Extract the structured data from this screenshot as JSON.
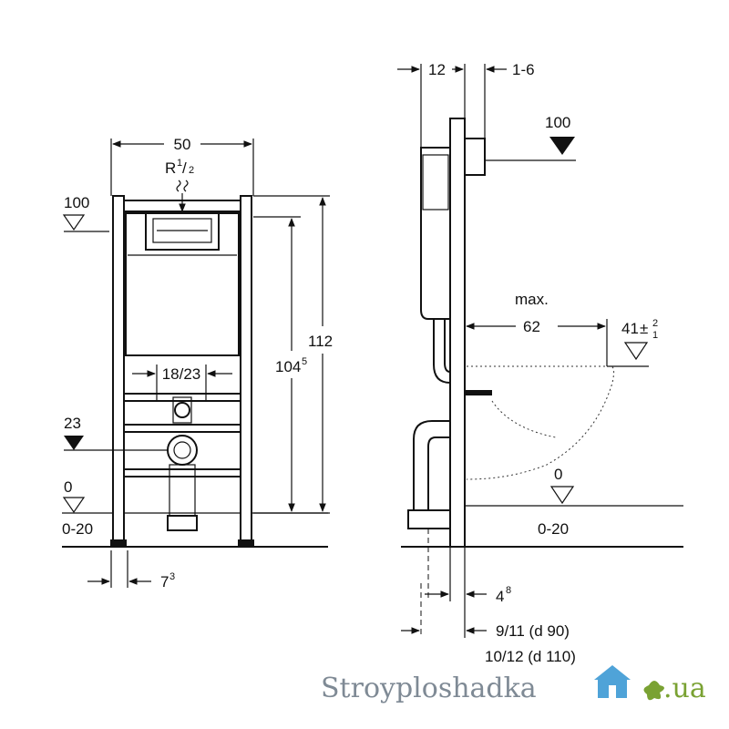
{
  "front_view": {
    "width": "50",
    "thread_base": "R",
    "thread_sup": "1",
    "thread_sub": "2",
    "level_top": "100",
    "level_drain": "23",
    "level_zero": "0",
    "floor_range": "0-20",
    "inner_height_base": "104",
    "inner_height_sup": "5",
    "total_height": "112",
    "pipe_range": "18/23",
    "foot_offset_base": "7",
    "foot_offset_sup": "3"
  },
  "side_view": {
    "top_left_dim": "12",
    "top_right_dim": "1-6",
    "level_top": "100",
    "max_label": "max.",
    "projection": "62",
    "seat_height_base": "41",
    "seat_tol_plus": "2",
    "seat_tol_minus": "1",
    "level_zero": "0",
    "floor_range": "0-20",
    "bottom_offset_base": "4",
    "bottom_offset_sup": "8",
    "pipe_d90": "9/11 (d 90)",
    "pipe_d110": "10/12 (d 110)"
  },
  "watermark": {
    "brand": "Stroyploshadka",
    "tld": ".ua"
  }
}
